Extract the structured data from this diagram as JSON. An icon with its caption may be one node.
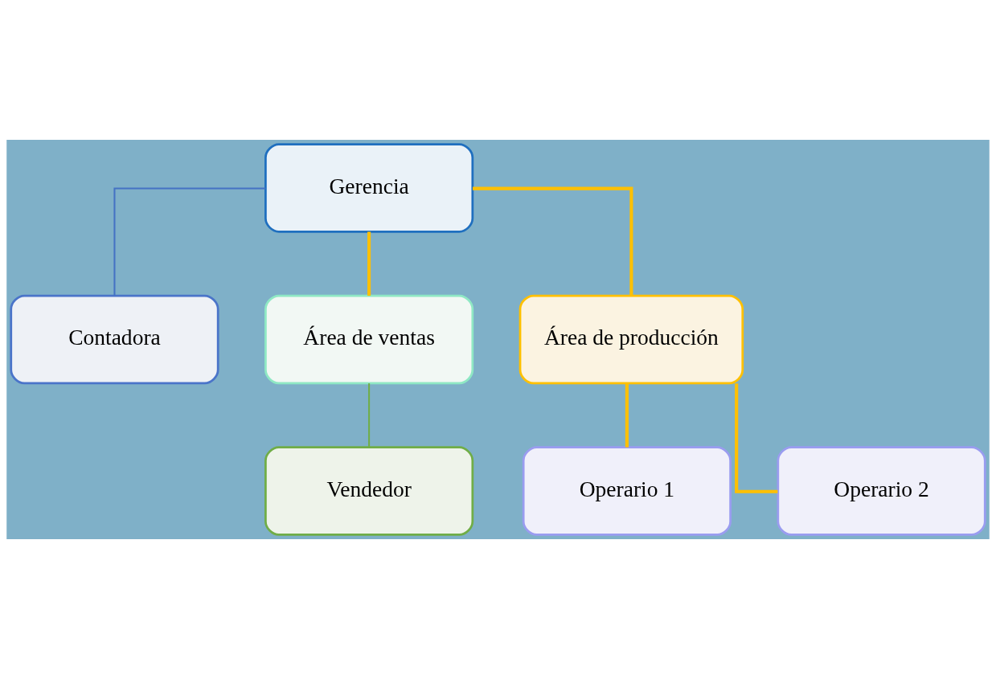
{
  "diagram": {
    "nodes": [
      {
        "text": [
          "Gerencia"
        ]
      },
      {
        "text": [
          "Contadora"
        ]
      },
      {
        "text": [
          "Área de ventas"
        ]
      },
      {
        "text": [
          "Área de producción"
        ]
      },
      {
        "text": [
          "Vendedor"
        ]
      },
      {
        "text": [
          "Operario 1"
        ]
      },
      {
        "text": [
          "Operario 2"
        ]
      }
    ],
    "edges": [
      {
        "from": 0,
        "to": 1,
        "arrow": "none",
        "color": "#4472c4"
      },
      {
        "from": 0,
        "to": 2,
        "arrow": "none"
      },
      {
        "from": 0,
        "to": 3,
        "arrow": "none"
      },
      {
        "from": 2,
        "to": 4,
        "arrow": "none",
        "color": "#70ad47"
      },
      {
        "from": 3,
        "to": 5,
        "arrow": "none"
      },
      {
        "from": 3,
        "to": 6,
        "arrow": "none"
      }
    ]
  }
}
